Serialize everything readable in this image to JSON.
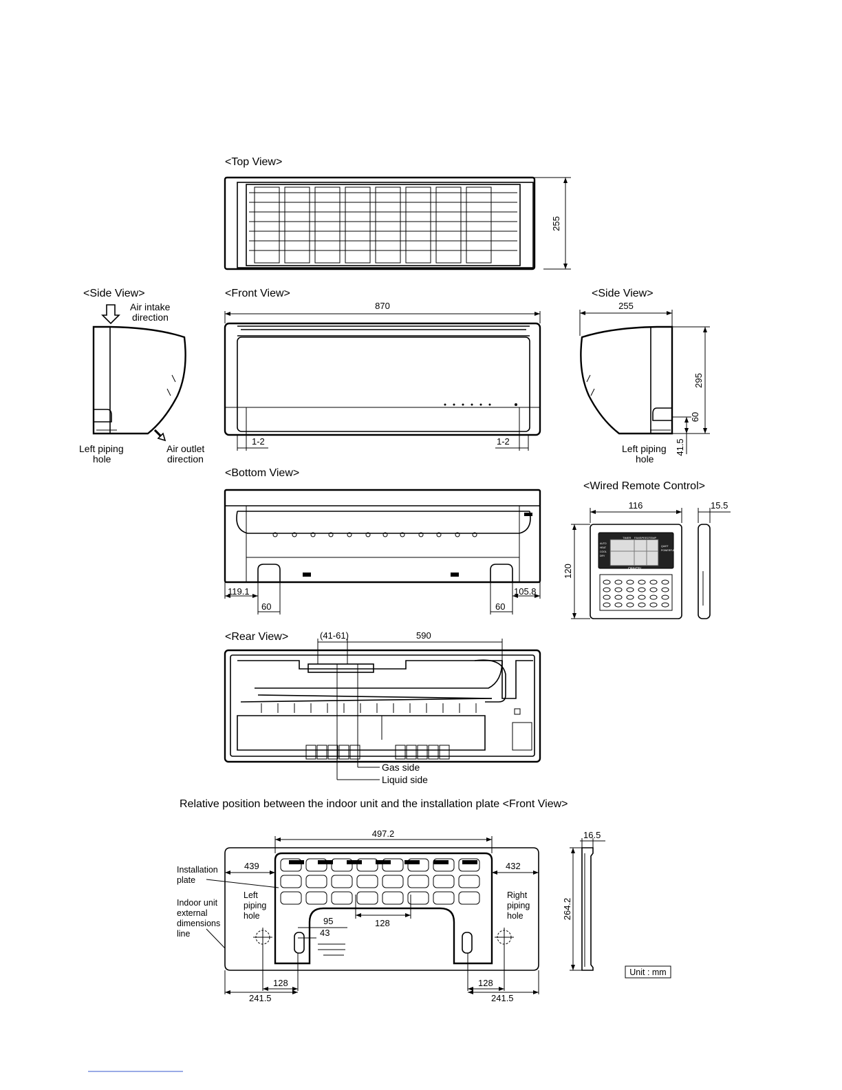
{
  "views": {
    "top": "<Top View>",
    "side_left": "<Side View>",
    "front": "<Front View>",
    "side_right": "<Side View>",
    "bottom": "<Bottom View>",
    "remote": "<Wired Remote Control>",
    "rear": "<Rear View>"
  },
  "labels": {
    "air_intake_1": "Air intake",
    "air_intake_2": "direction",
    "air_outlet_1": "Air outlet",
    "air_outlet_2": "direction",
    "left_pipe_1": "Left piping",
    "left_pipe_2": "hole",
    "gas_side": "Gas side",
    "liquid_side": "Liquid side",
    "relative_caption": "Relative position between the indoor unit and the installation plate <Front View>",
    "installation_plate_1": "Installation",
    "installation_plate_2": "plate",
    "indoor_ext_1": "Indoor unit",
    "indoor_ext_2": "external",
    "indoor_ext_3": "dimensions",
    "indoor_ext_4": "line",
    "plate_left_1": "Left",
    "plate_left_2": "piping",
    "plate_left_3": "hole",
    "plate_right_1": "Right",
    "plate_right_2": "piping",
    "plate_right_3": "hole",
    "unit": "Unit : mm"
  },
  "dimensions": {
    "top_depth": "255",
    "front_width": "870",
    "front_gap_left": "1-2",
    "front_gap_right": "1-2",
    "side_depth": "255",
    "side_height": "295",
    "side_pipe_h": "60",
    "side_pipe_b": "41.5",
    "bottom_left": "119.1",
    "bottom_left_hole": "60",
    "bottom_right_hole": "60",
    "bottom_right": "105.8",
    "remote_width": "116",
    "remote_depth": "15.5",
    "remote_height": "120",
    "rear_range": "(41-61)",
    "rear_590": "590",
    "plate_width": "497.2",
    "plate_depth": "16.5",
    "plate_left_439": "439",
    "plate_right_432": "432",
    "plate_center_128": "128",
    "plate_95": "95",
    "plate_43": "43",
    "plate_height": "264.2",
    "plate_bl_128": "128",
    "plate_br_128": "128",
    "plate_bl_241": "241.5",
    "plate_br_241": "241.5"
  },
  "remote_display": {
    "header_1": "TIMER",
    "header_2": "FANSPEED",
    "header_3": "TEMP",
    "left_modes": [
      "AUTO",
      "HEAT",
      "COOL",
      "DRY"
    ],
    "right_modes": [
      "QUIET",
      "POWERFUL"
    ],
    "status": "OFF/ON"
  }
}
